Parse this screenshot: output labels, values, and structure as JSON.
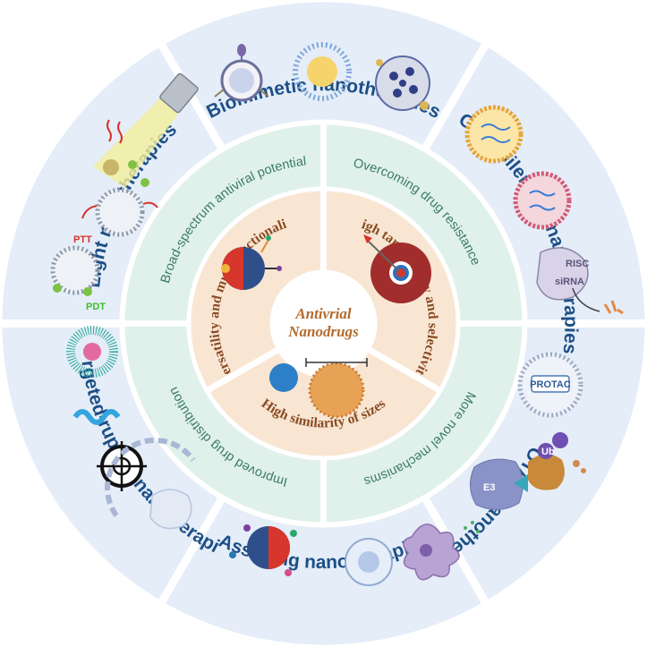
{
  "center": {
    "line1": "Antivrial",
    "line2": "Nanodrugs"
  },
  "outer_ring": [
    {
      "label": "Biomimetic nanotherapies"
    },
    {
      "label": "Gene silencing nanotherapies"
    },
    {
      "label": "PROTAC nanotherapies"
    },
    {
      "label": "Assisting nanotherapies"
    },
    {
      "label": "Targeted-rupture nanotherapies"
    },
    {
      "label": "Light nanotherapies"
    }
  ],
  "middle_ring": [
    {
      "label": "Broad-spectrum antiviral potential"
    },
    {
      "label": "Overcoming drug resistance"
    },
    {
      "label": "More novel mechanisms"
    },
    {
      "label": "Improved drug distribution"
    }
  ],
  "inner_ring": [
    {
      "label": "Versatility and multifunctionality"
    },
    {
      "label": "High targetability and selectivity"
    },
    {
      "label": "High similarity of sizes"
    }
  ],
  "icon_labels": {
    "ptt": "PTT",
    "pdt": "PDT",
    "risc": "RISC",
    "sirna": "siRNA",
    "protac": "PROTAC",
    "e3": "E3",
    "ub": "Ub"
  },
  "colors": {
    "outer_ring": "#e4edf8",
    "outer_text": "#1d4f86",
    "middle_ring": "#dff1ea",
    "middle_text": "#3b7a63",
    "inner_ring": "#f8e6d3",
    "inner_text": "#8a4a23",
    "center_text": "#b46a2c",
    "divider": "#ffffff"
  }
}
